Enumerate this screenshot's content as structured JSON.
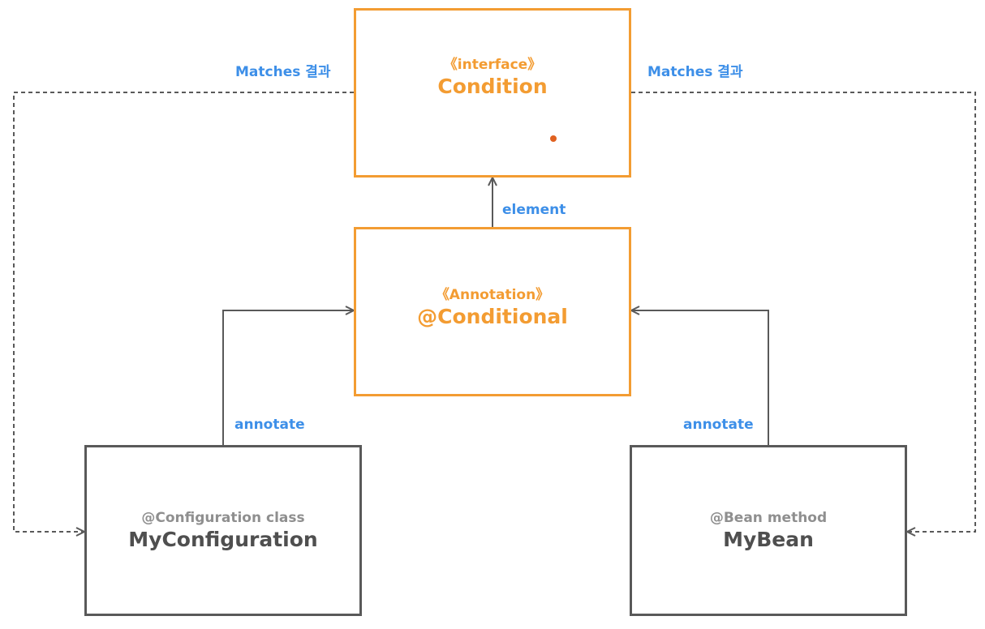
{
  "nodes": {
    "condition": {
      "stereotype": "《interface》",
      "name": "Condition"
    },
    "conditional": {
      "stereotype": "《Annotation》",
      "name": "@Conditional"
    },
    "my_configuration": {
      "stereotype": "@Configuration class",
      "name": "MyConfiguration"
    },
    "my_bean": {
      "stereotype": "@Bean method",
      "name": "MyBean"
    }
  },
  "edges": {
    "matches_left": "Matches 결과",
    "matches_right": "Matches 결과",
    "element": "element",
    "annotate_left": "annotate",
    "annotate_right": "annotate"
  },
  "colors": {
    "orange": "#f39c32",
    "gray": "#595959",
    "label_blue": "#3d8fe8",
    "dot": "#e0611f"
  }
}
